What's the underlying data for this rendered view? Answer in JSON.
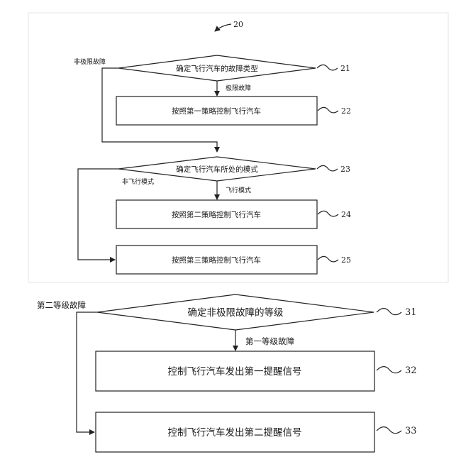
{
  "figure1": {
    "ref_main": "20",
    "nodes": {
      "d21": "确定飞行汽车的故障类型",
      "b22": "按照第一策略控制飞行汽车",
      "d23": "确定飞行汽车所处的模式",
      "b24": "按照第二策略控制飞行汽车",
      "b25": "按照第三策略控制飞行汽车"
    },
    "refs": {
      "r21": "21",
      "r22": "22",
      "r23": "23",
      "r24": "24",
      "r25": "25"
    },
    "edges": {
      "non_limit_fault": "非极限故障",
      "limit_fault": "极限故障",
      "non_flight_mode": "非飞行模式",
      "flight_mode": "飞行模式"
    }
  },
  "figure2": {
    "nodes": {
      "d31": "确定非极限故障的等级",
      "b32": "控制飞行汽车发出第一提醒信号",
      "b33": "控制飞行汽车发出第二提醒信号"
    },
    "refs": {
      "r31": "31",
      "r32": "32",
      "r33": "33"
    },
    "edges": {
      "second_level": "第二等级故障",
      "first_level": "第一等级故障"
    }
  }
}
